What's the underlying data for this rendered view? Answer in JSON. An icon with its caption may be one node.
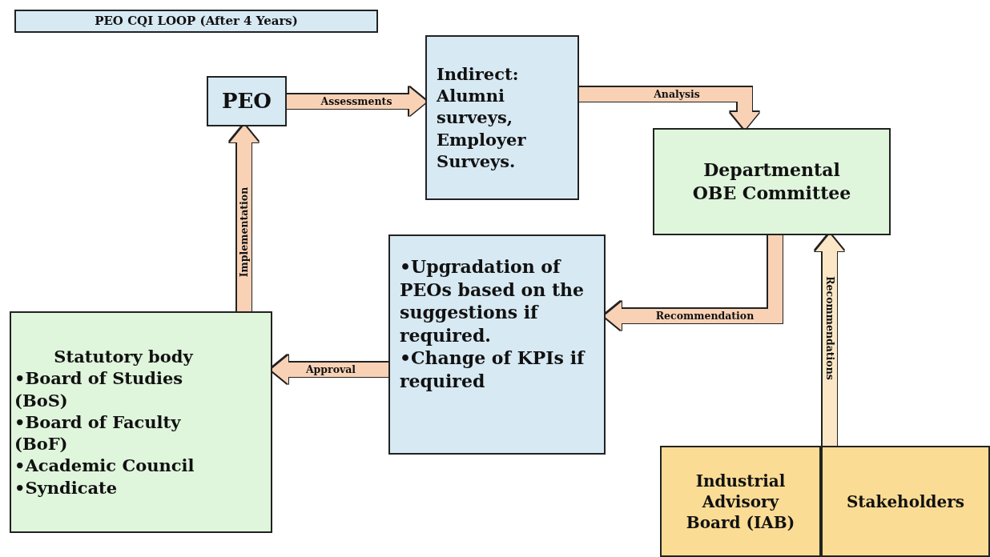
{
  "diagram": {
    "title": "PEO CQI LOOP (After 4 Years)",
    "nodes": [
      {
        "text": [
          "PEO"
        ]
      },
      {
        "text": [
          "Indirect: Alumni surveys, Employer Surveys."
        ]
      },
      {
        "text": [
          "Departmental OBE Committee"
        ]
      },
      {
        "text": [
          "•Upgradation of PEOs based on the suggestions if required.",
          "•Change of KPIs if required"
        ]
      },
      {
        "text": [
          "Statutory body",
          "•Board of Studies (BoS)",
          "•Board of Faculty (BoF)",
          "•Academic Council",
          "•Syndicate"
        ]
      },
      {
        "text": [
          "Industrial Advisory Board (IAB)"
        ]
      },
      {
        "text": [
          "Stakeholders"
        ]
      }
    ],
    "edges": [
      {
        "from": 0,
        "to": 1,
        "arrow": "to",
        "label": "Assessments"
      },
      {
        "from": 1,
        "to": 2,
        "arrow": "to",
        "label": "Analysis"
      },
      {
        "from": 2,
        "to": 3,
        "arrow": "to",
        "label": "Recommendation"
      },
      {
        "from": 3,
        "to": 4,
        "arrow": "to",
        "label": "Approval"
      },
      {
        "from": 4,
        "to": 0,
        "arrow": "to",
        "label": "Implementation"
      },
      {
        "from": 5,
        "to": 2,
        "arrow": "to",
        "label": "Recommendations",
        "color": "#fbe7c6"
      },
      {
        "from": 6,
        "to": 2,
        "arrow": "to",
        "color": "#fbe7c6"
      }
    ]
  }
}
